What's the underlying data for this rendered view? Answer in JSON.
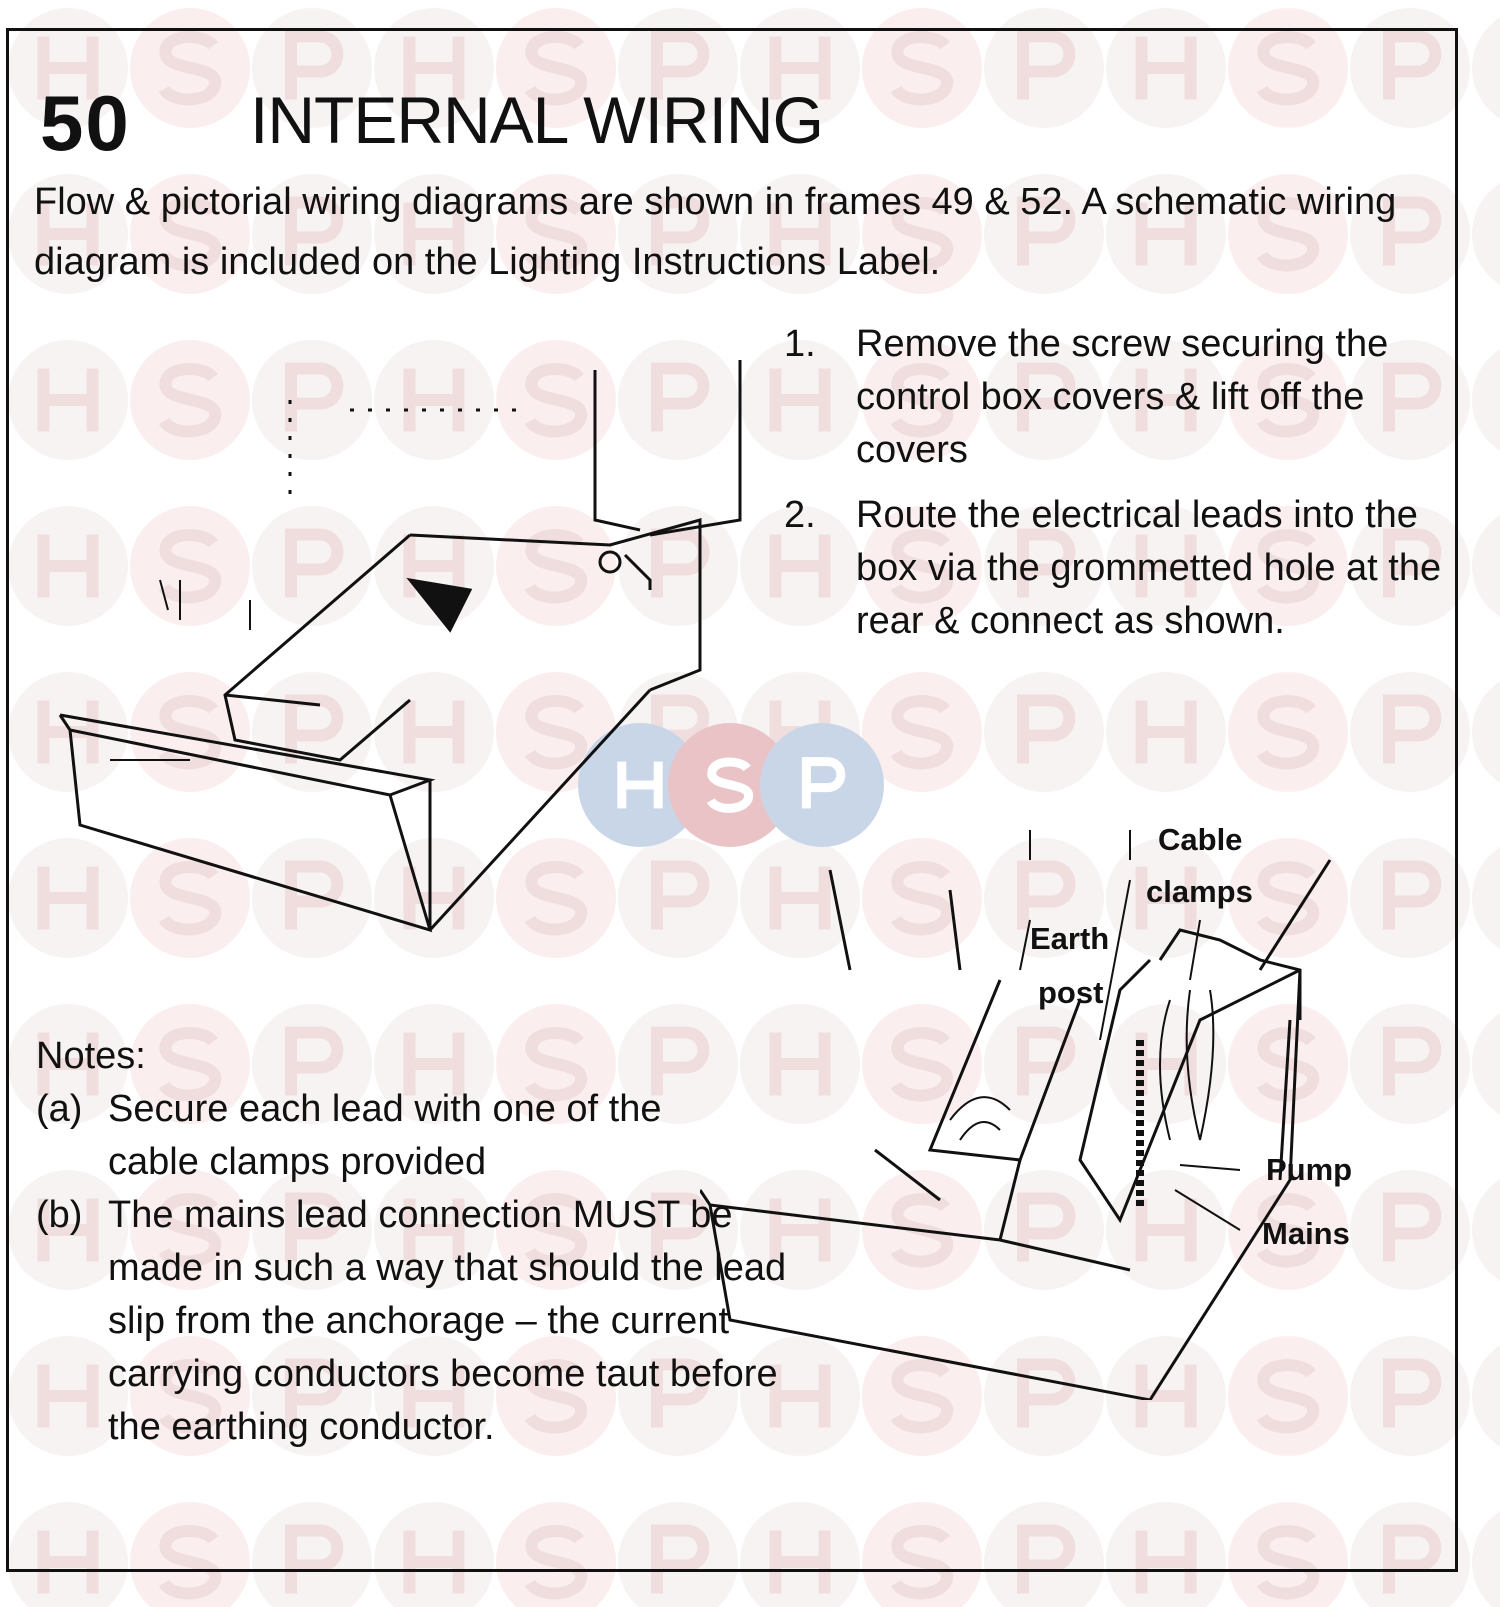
{
  "watermark": {
    "letters": [
      "H",
      "S",
      "P"
    ],
    "colors": {
      "pink": "#f3dede",
      "blue": "#dfe6f0",
      "center_pink": "#e9c3c6",
      "center_blue": "#c9d6e8"
    }
  },
  "header": {
    "number": "50",
    "title": "INTERNAL WIRING"
  },
  "intro": "Flow & pictorial wiring diagrams are shown in frames 49 & 52. A schematic wiring diagram is included on the Lighting Instructions Label.",
  "steps": [
    {
      "n": "1.",
      "text": "Remove the screw securing the control box covers & lift off the covers"
    },
    {
      "n": "2.",
      "text": "Route the electrical leads into the box via the grommetted hole at the rear & connect as shown."
    }
  ],
  "labels": {
    "cable_clamps_1": "Cable",
    "cable_clamps_2": "clamps",
    "earth_post_1": "Earth",
    "earth_post_2": "post",
    "pump": "Pump",
    "mains": "Mains"
  },
  "notes": {
    "heading": "Notes:",
    "items": [
      {
        "n": "(a)",
        "text": "Secure each lead with one of the cable clamps provided"
      },
      {
        "n": "(b)",
        "text": "The mains lead connection MUST be made in such a way that should the lead slip from the anchorage – the current carrying conductors become taut before the earthing conductor."
      }
    ]
  }
}
